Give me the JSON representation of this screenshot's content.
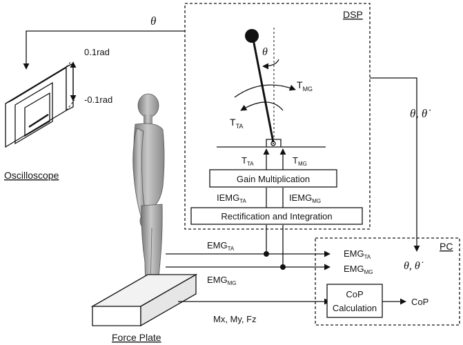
{
  "oscilloscope": {
    "label": "Oscilloscope",
    "theta": "θ",
    "upper_range": "0.1rad",
    "lower_range": "-0.1rad"
  },
  "dsp": {
    "label": "DSP",
    "theta": "θ",
    "torque_mg": {
      "base": "T",
      "sub": "MG"
    },
    "torque_ta": {
      "base": "T",
      "sub": "TA"
    },
    "gain_ta": {
      "base": "T",
      "sub": "TA"
    },
    "gain_mg": {
      "base": "T",
      "sub": "MG"
    },
    "gain_block": "Gain Multiplication",
    "iemg_ta": {
      "base": "IEMG",
      "sub": "TA"
    },
    "iemg_mg": {
      "base": "IEMG",
      "sub": "MG"
    },
    "rect_block": "Rectification and Integration"
  },
  "signals": {
    "theta_thetadot_right": "θ, θ̇",
    "emg_ta_in": {
      "base": "EMG",
      "sub": "TA"
    },
    "emg_mg_in": {
      "base": "EMG",
      "sub": "MG"
    },
    "forces": "Mx, My, Fz"
  },
  "pc": {
    "label": "PC",
    "emg_ta": {
      "base": "EMG",
      "sub": "TA"
    },
    "emg_mg": {
      "base": "EMG",
      "sub": "MG"
    },
    "theta_thetadot": "θ, θ̇",
    "cop_block_line1": "CoP",
    "cop_block_line2": "Calculation",
    "cop_out": "CoP"
  },
  "force_plate": {
    "label": "Force Plate"
  }
}
